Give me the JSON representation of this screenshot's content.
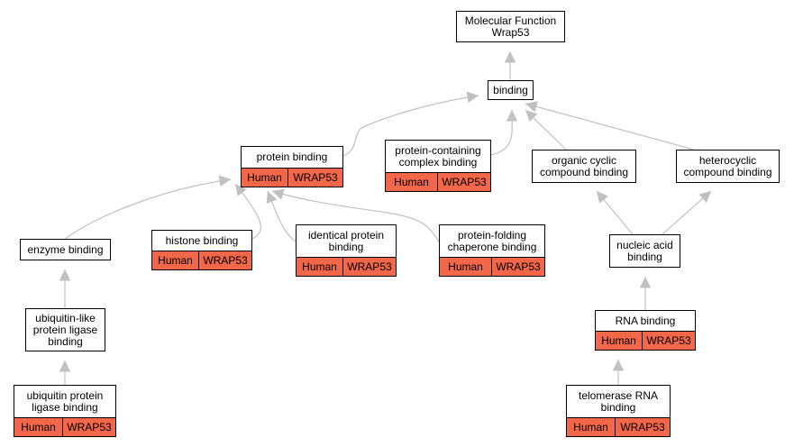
{
  "colors": {
    "edge": "#c0c0c0",
    "annotation_fill": "#f26649",
    "node_border": "#000000"
  },
  "nodes": [
    {
      "id": "root",
      "label": "Molecular Function\nWrap53"
    },
    {
      "id": "binding",
      "label": "binding"
    },
    {
      "id": "protein_binding",
      "label": "protein binding",
      "species": "Human",
      "gene": "WRAP53"
    },
    {
      "id": "protein_containing_complex_binding",
      "label": "protein-containing\ncomplex binding",
      "species": "Human",
      "gene": "WRAP53"
    },
    {
      "id": "organic_cyclic_compound_binding",
      "label": "organic cyclic\ncompound binding"
    },
    {
      "id": "heterocyclic_compound_binding",
      "label": "heterocyclic\ncompound binding"
    },
    {
      "id": "enzyme_binding",
      "label": "enzyme binding"
    },
    {
      "id": "histone_binding",
      "label": "histone binding",
      "species": "Human",
      "gene": "WRAP53"
    },
    {
      "id": "identical_protein_binding",
      "label": "identical protein\nbinding",
      "species": "Human",
      "gene": "WRAP53"
    },
    {
      "id": "protein_folding_chaperone_binding",
      "label": "protein-folding\nchaperone binding",
      "species": "Human",
      "gene": "WRAP53"
    },
    {
      "id": "nucleic_acid_binding",
      "label": "nucleic acid\nbinding"
    },
    {
      "id": "ubiquitin_like_protein_ligase_binding",
      "label": "ubiquitin-like\nprotein ligase\nbinding"
    },
    {
      "id": "rna_binding",
      "label": "RNA binding",
      "species": "Human",
      "gene": "WRAP53"
    },
    {
      "id": "ubiquitin_protein_ligase_binding",
      "label": "ubiquitin protein\nligase binding",
      "species": "Human",
      "gene": "WRAP53"
    },
    {
      "id": "telomerase_rna_binding",
      "label": "telomerase RNA\nbinding",
      "species": "Human",
      "gene": "WRAP53"
    }
  ],
  "edges": [
    {
      "from": "binding",
      "to": "root"
    },
    {
      "from": "protein_binding",
      "to": "binding"
    },
    {
      "from": "protein_containing_complex_binding",
      "to": "binding"
    },
    {
      "from": "organic_cyclic_compound_binding",
      "to": "binding"
    },
    {
      "from": "heterocyclic_compound_binding",
      "to": "binding"
    },
    {
      "from": "enzyme_binding",
      "to": "protein_binding"
    },
    {
      "from": "histone_binding",
      "to": "protein_binding"
    },
    {
      "from": "identical_protein_binding",
      "to": "protein_binding"
    },
    {
      "from": "protein_folding_chaperone_binding",
      "to": "protein_binding"
    },
    {
      "from": "nucleic_acid_binding",
      "to": "organic_cyclic_compound_binding"
    },
    {
      "from": "nucleic_acid_binding",
      "to": "heterocyclic_compound_binding"
    },
    {
      "from": "ubiquitin_like_protein_ligase_binding",
      "to": "enzyme_binding"
    },
    {
      "from": "ubiquitin_protein_ligase_binding",
      "to": "ubiquitin_like_protein_ligase_binding"
    },
    {
      "from": "rna_binding",
      "to": "nucleic_acid_binding"
    },
    {
      "from": "telomerase_rna_binding",
      "to": "rna_binding"
    }
  ]
}
